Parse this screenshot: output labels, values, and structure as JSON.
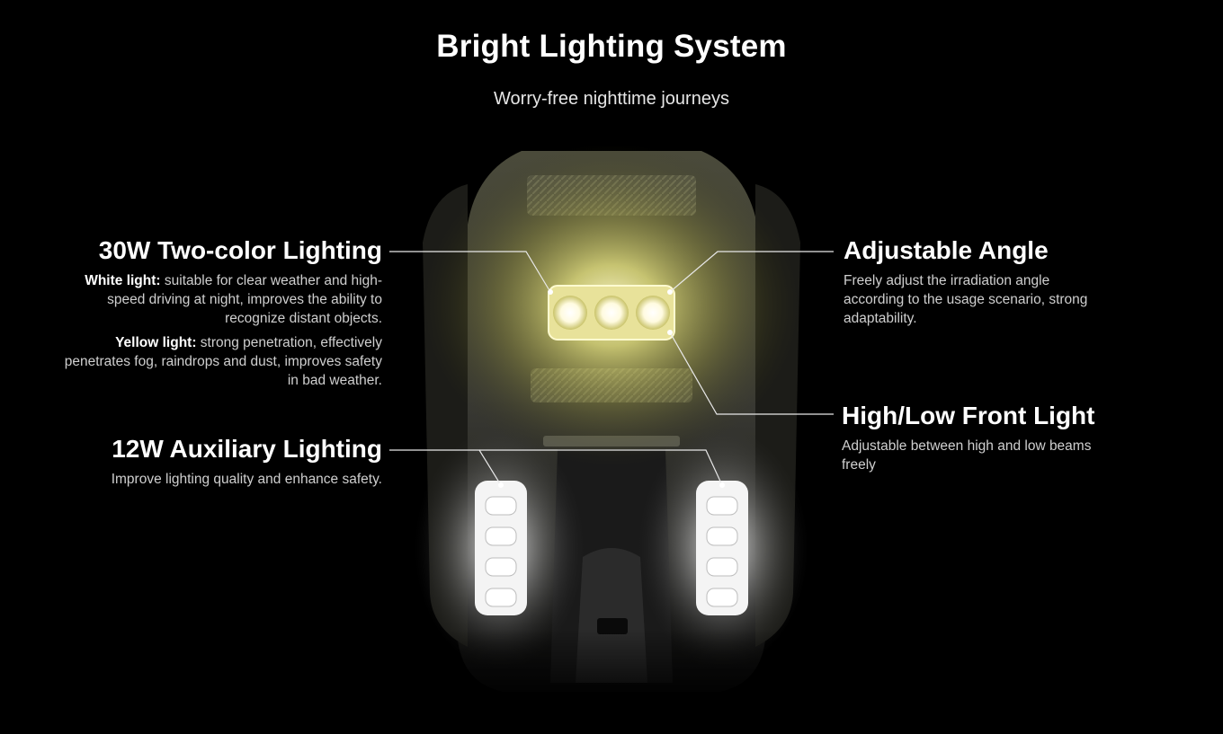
{
  "header": {
    "title": "Bright Lighting System",
    "subtitle": "Worry-free nighttime journeys"
  },
  "features": {
    "two_color": {
      "title": "30W Two-color Lighting",
      "white_label": "White light:",
      "white_text": " suitable for clear weather and high-speed driving at night, improves the ability to recognize distant objects.",
      "yellow_label": "Yellow light:",
      "yellow_text": " strong penetration, effectively penetrates fog, raindrops and dust, improves safety in bad weather."
    },
    "auxiliary": {
      "title": "12W Auxiliary Lighting",
      "text": "Improve lighting quality and enhance safety."
    },
    "angle": {
      "title": "Adjustable Angle",
      "text": "Freely adjust the irradiation angle according to the usage scenario, strong adaptability."
    },
    "high_low": {
      "title": "High/Low Front Light",
      "text": "Adjustable between high and low beams freely"
    }
  },
  "colors": {
    "background": "#000000",
    "headlight_glow": "#f4f08a",
    "aux_light": "#ffffff",
    "leader_line": "#e8e8e8"
  }
}
